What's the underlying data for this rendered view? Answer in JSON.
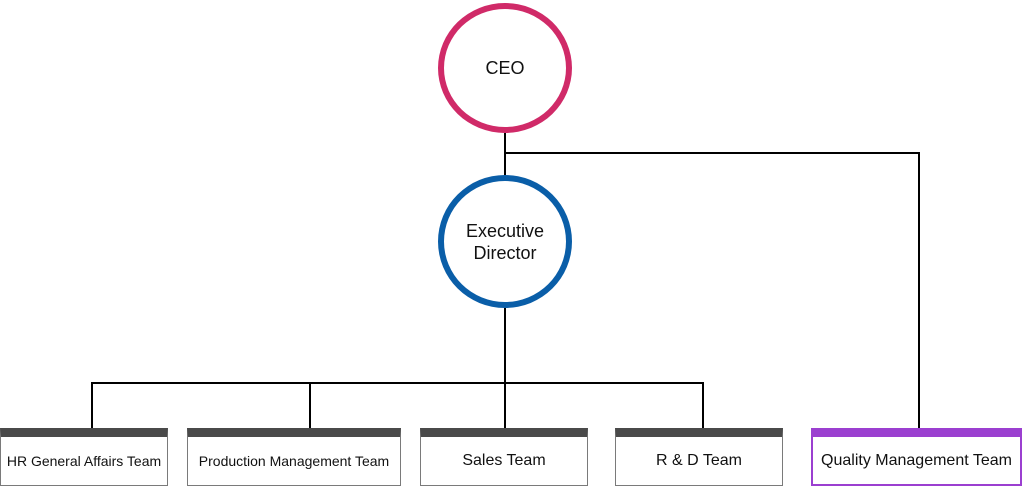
{
  "org_chart": {
    "ceo": {
      "label": "CEO",
      "color": "#d02a68"
    },
    "executive_director": {
      "label": "Executive\nDirector",
      "color": "#0a5ea8"
    },
    "teams": [
      {
        "id": "hr",
        "label": "HR General Affairs Team",
        "reports_to": "executive_director"
      },
      {
        "id": "prod",
        "label": "Production Management Team",
        "reports_to": "executive_director"
      },
      {
        "id": "sales",
        "label": "Sales Team",
        "reports_to": "executive_director"
      },
      {
        "id": "rd",
        "label": "R & D Team",
        "reports_to": "executive_director"
      },
      {
        "id": "quality",
        "label": "Quality Management Team",
        "reports_to": "ceo",
        "color": "#9b3fd0"
      }
    ],
    "line_color": "#000000"
  }
}
